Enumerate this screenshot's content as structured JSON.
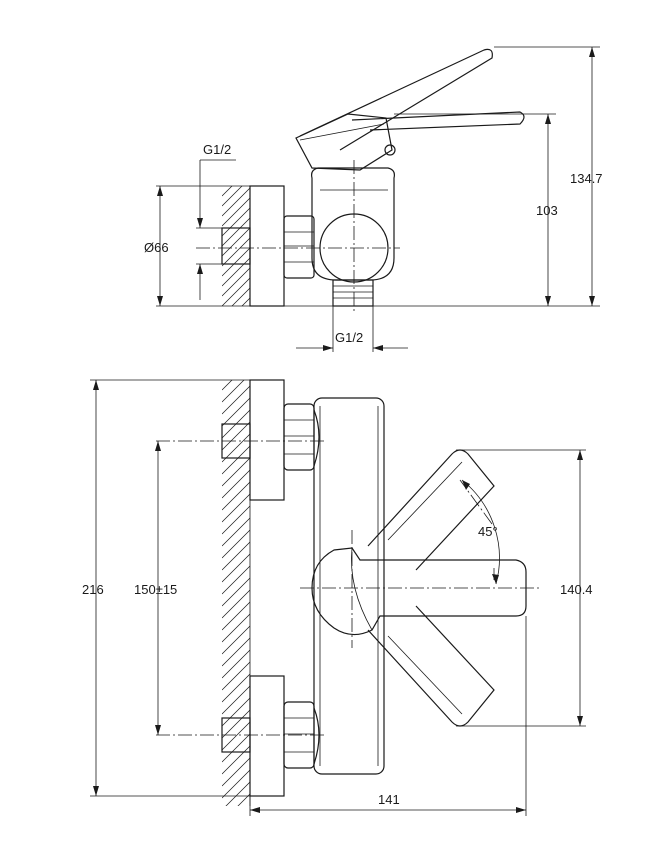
{
  "side_view": {
    "inlet_thread": "G1/2",
    "diameter": "Ø66",
    "outlet_thread": "G1/2",
    "height_spout": "103",
    "height_total": "134.7"
  },
  "front_view": {
    "height_total": "216",
    "inlet_spacing": "150±15",
    "lever_angle": "45°",
    "lever_span": "140.4",
    "depth": "141"
  }
}
